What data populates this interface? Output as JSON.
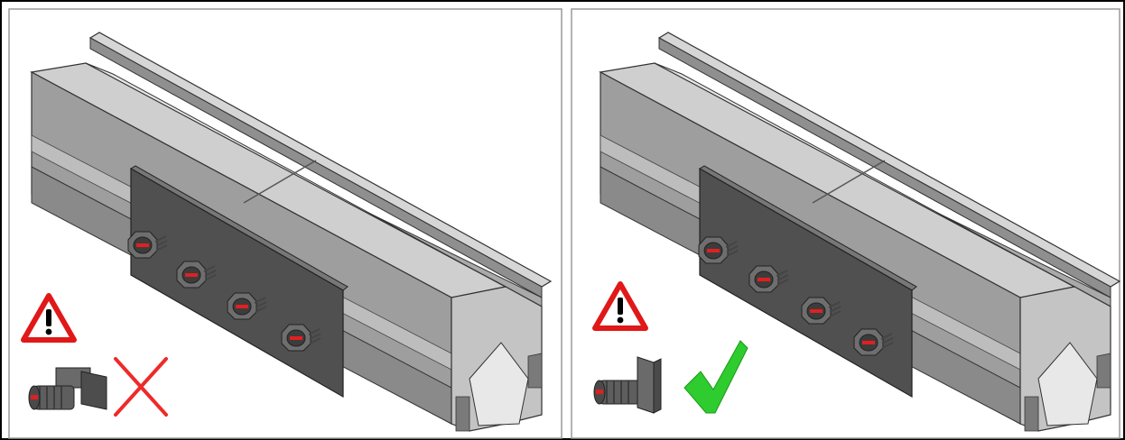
{
  "panels": [
    {
      "id": "incorrect",
      "result": "incorrect",
      "result_icon": "red-cross-icon",
      "bolt_orientation": "head-horizontal",
      "colors": {
        "mark": "#ee2a2a"
      }
    },
    {
      "id": "correct",
      "result": "correct",
      "result_icon": "green-check-icon",
      "bolt_orientation": "head-vertical",
      "colors": {
        "mark": "#2ecc2e"
      }
    }
  ],
  "warning_icon": "warning-triangle-icon",
  "colors": {
    "border": "#000000",
    "divider": "#9a9a9a",
    "rail_light": "#c9c9c9",
    "rail_mid": "#9c9c9c",
    "rail_dark": "#5e5e5e",
    "plate": "#555555",
    "bolt_mark": "#e02020",
    "warning_red": "#e01818"
  }
}
